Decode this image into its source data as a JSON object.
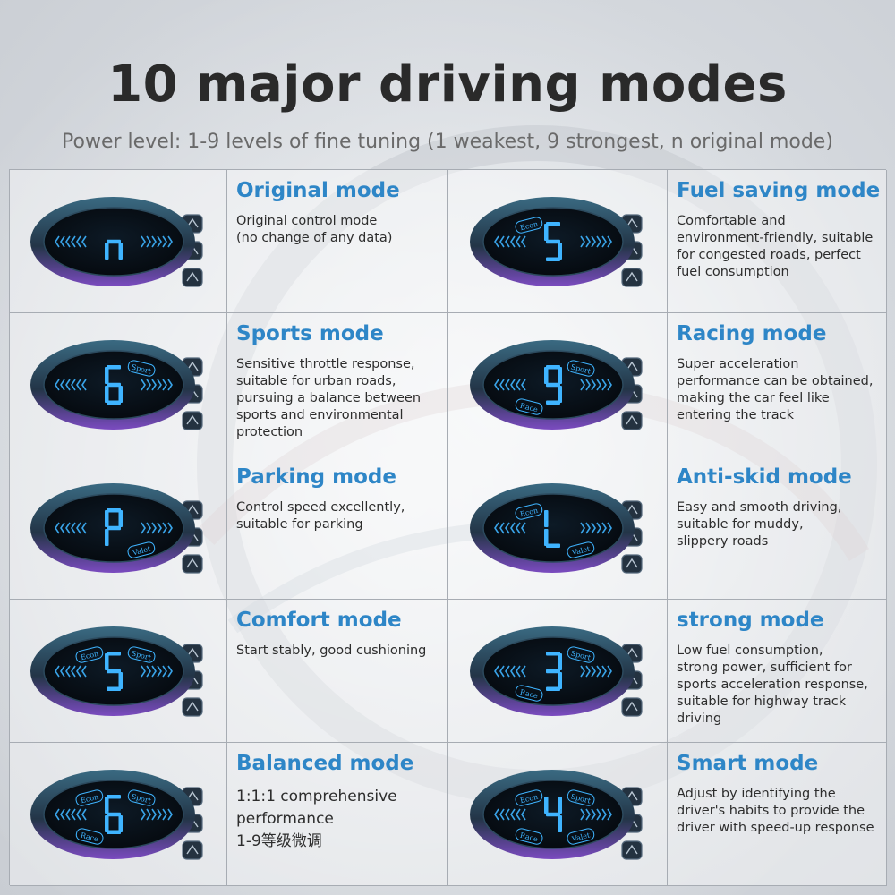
{
  "header": {
    "title": "10 major driving modes",
    "subtitle": "Power level: 1-9 levels of fine tuning (1 weakest, 9 strongest, n original mode)"
  },
  "colors": {
    "title_text": "#2a2a2a",
    "accent_blue": "#2e86c7",
    "display_glow": "#3fb4ff",
    "device_body": "#1b2b3a",
    "device_rim": "#7b4bc0"
  },
  "modes": [
    {
      "title": "Original mode",
      "description": "Original control mode\n(no change of any data)",
      "digit": "n",
      "labels": []
    },
    {
      "title": "Fuel saving mode",
      "description": "Comfortable and\nenvironment-friendly, suitable\nfor congested roads, perfect\nfuel consumption",
      "digit": "5",
      "labels": [
        "Econ"
      ]
    },
    {
      "title": "Sports mode",
      "description": "Sensitive throttle response,\nsuitable for urban roads,\npursuing a balance between\nsports and environmental\nprotection",
      "digit": "6",
      "labels": [
        "Sport"
      ]
    },
    {
      "title": "Racing mode",
      "description": "Super acceleration\nperformance can be obtained,\nmaking the car feel like\nentering the track",
      "digit": "9",
      "labels": [
        "Sport",
        "Race"
      ]
    },
    {
      "title": "Parking mode",
      "description": "Control speed excellently,\nsuitable for parking",
      "digit": "P",
      "labels": [
        "Valet"
      ]
    },
    {
      "title": "Anti-skid mode",
      "description": "Easy and smooth driving,\nsuitable for muddy,\nslippery roads",
      "digit": "L",
      "labels": [
        "Econ",
        "Valet"
      ]
    },
    {
      "title": "Comfort mode",
      "description": "Start stably, good cushioning",
      "digit": "5",
      "labels": [
        "Econ",
        "Sport"
      ]
    },
    {
      "title": "strong mode",
      "description": "Low fuel consumption,\nstrong power, sufficient for\nsports acceleration response,\nsuitable for highway track\ndriving",
      "digit": "3",
      "labels": [
        "Sport",
        "Race"
      ]
    },
    {
      "title": "Balanced mode",
      "description": "1:1:1 comprehensive\nperformance\n1-9等级微调",
      "digit": "6",
      "labels": [
        "Econ",
        "Sport",
        "Race"
      ]
    },
    {
      "title": "Smart mode",
      "description": "Adjust by identifying the\ndriver's habits to provide the\ndriver with speed-up response",
      "digit": "4",
      "labels": [
        "Econ",
        "Sport",
        "Race",
        "Valet"
      ]
    }
  ]
}
